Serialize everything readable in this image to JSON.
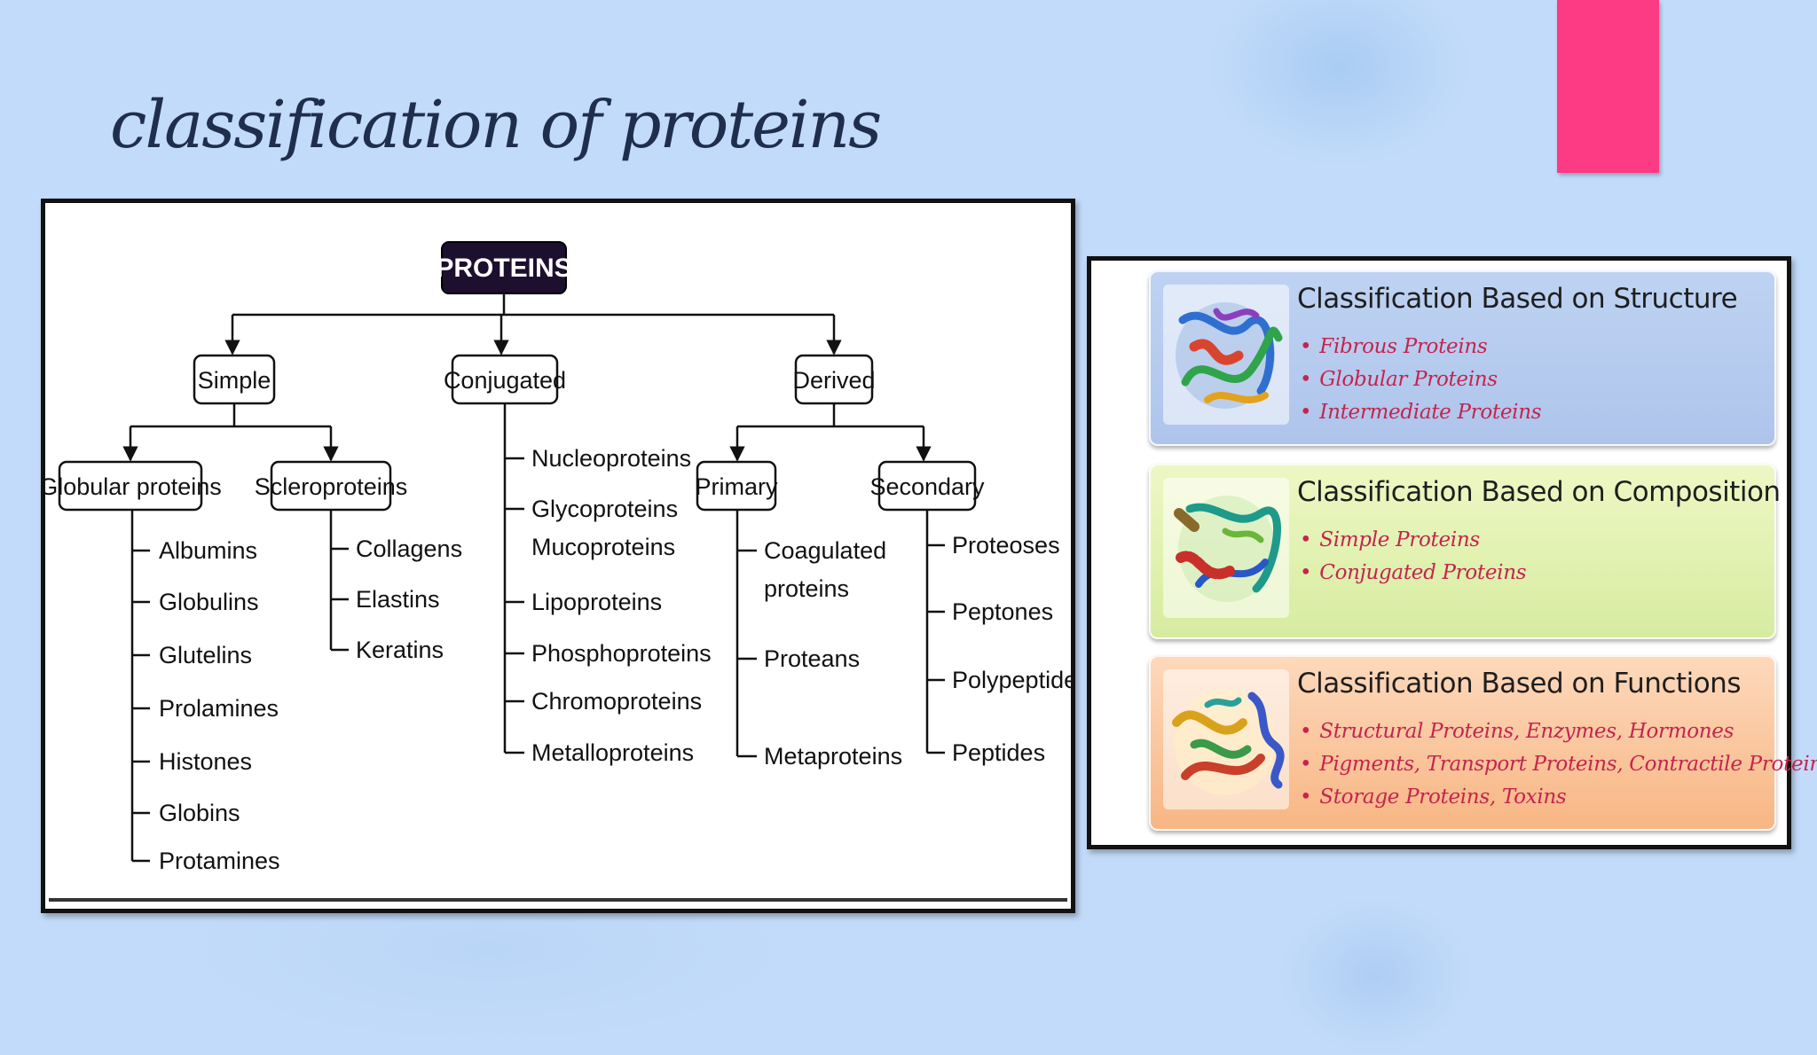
{
  "slide": {
    "title": "classification of proteins",
    "accent_color": "#fd3a84",
    "background_color": "#c3dbfa"
  },
  "tree": {
    "root": "PROTEINS",
    "simple": {
      "label": "Simple",
      "globular": {
        "label": "Globular proteins",
        "items": [
          "Albumins",
          "Globulins",
          "Glutelins",
          "Prolamines",
          "Histones",
          "Globins",
          "Protamines"
        ]
      },
      "scleroproteins": {
        "label": "Scleroproteins",
        "items": [
          "Collagens",
          "Elastins",
          "Keratins"
        ]
      }
    },
    "conjugated": {
      "label": "Conjugated",
      "items": [
        "Nucleoproteins",
        "Glycoproteins",
        "Mucoproteins",
        "Lipoproteins",
        "Phosphoproteins",
        "Chromoproteins",
        "Metalloproteins"
      ]
    },
    "derived": {
      "label": "Derived",
      "primary": {
        "label": "Primary",
        "items": [
          "Coagulated",
          "proteins",
          "Proteans",
          "Metaproteins"
        ]
      },
      "secondary": {
        "label": "Secondary",
        "items": [
          "Proteoses",
          "Peptones",
          "Polypeptides",
          "Peptides"
        ]
      }
    }
  },
  "cards": [
    {
      "heading": "Classification Based on Structure",
      "items": [
        "Fibrous Proteins",
        "Globular Proteins",
        "Intermediate Proteins"
      ]
    },
    {
      "heading": "Classification Based on Composition",
      "items": [
        "Simple Proteins",
        "Conjugated Proteins"
      ]
    },
    {
      "heading": "Classification Based on Functions",
      "items": [
        "Structural Proteins, Enzymes, Hormones",
        "Pigments, Transport Proteins, Contractile Proteins",
        "Storage Proteins, Toxins"
      ]
    }
  ]
}
